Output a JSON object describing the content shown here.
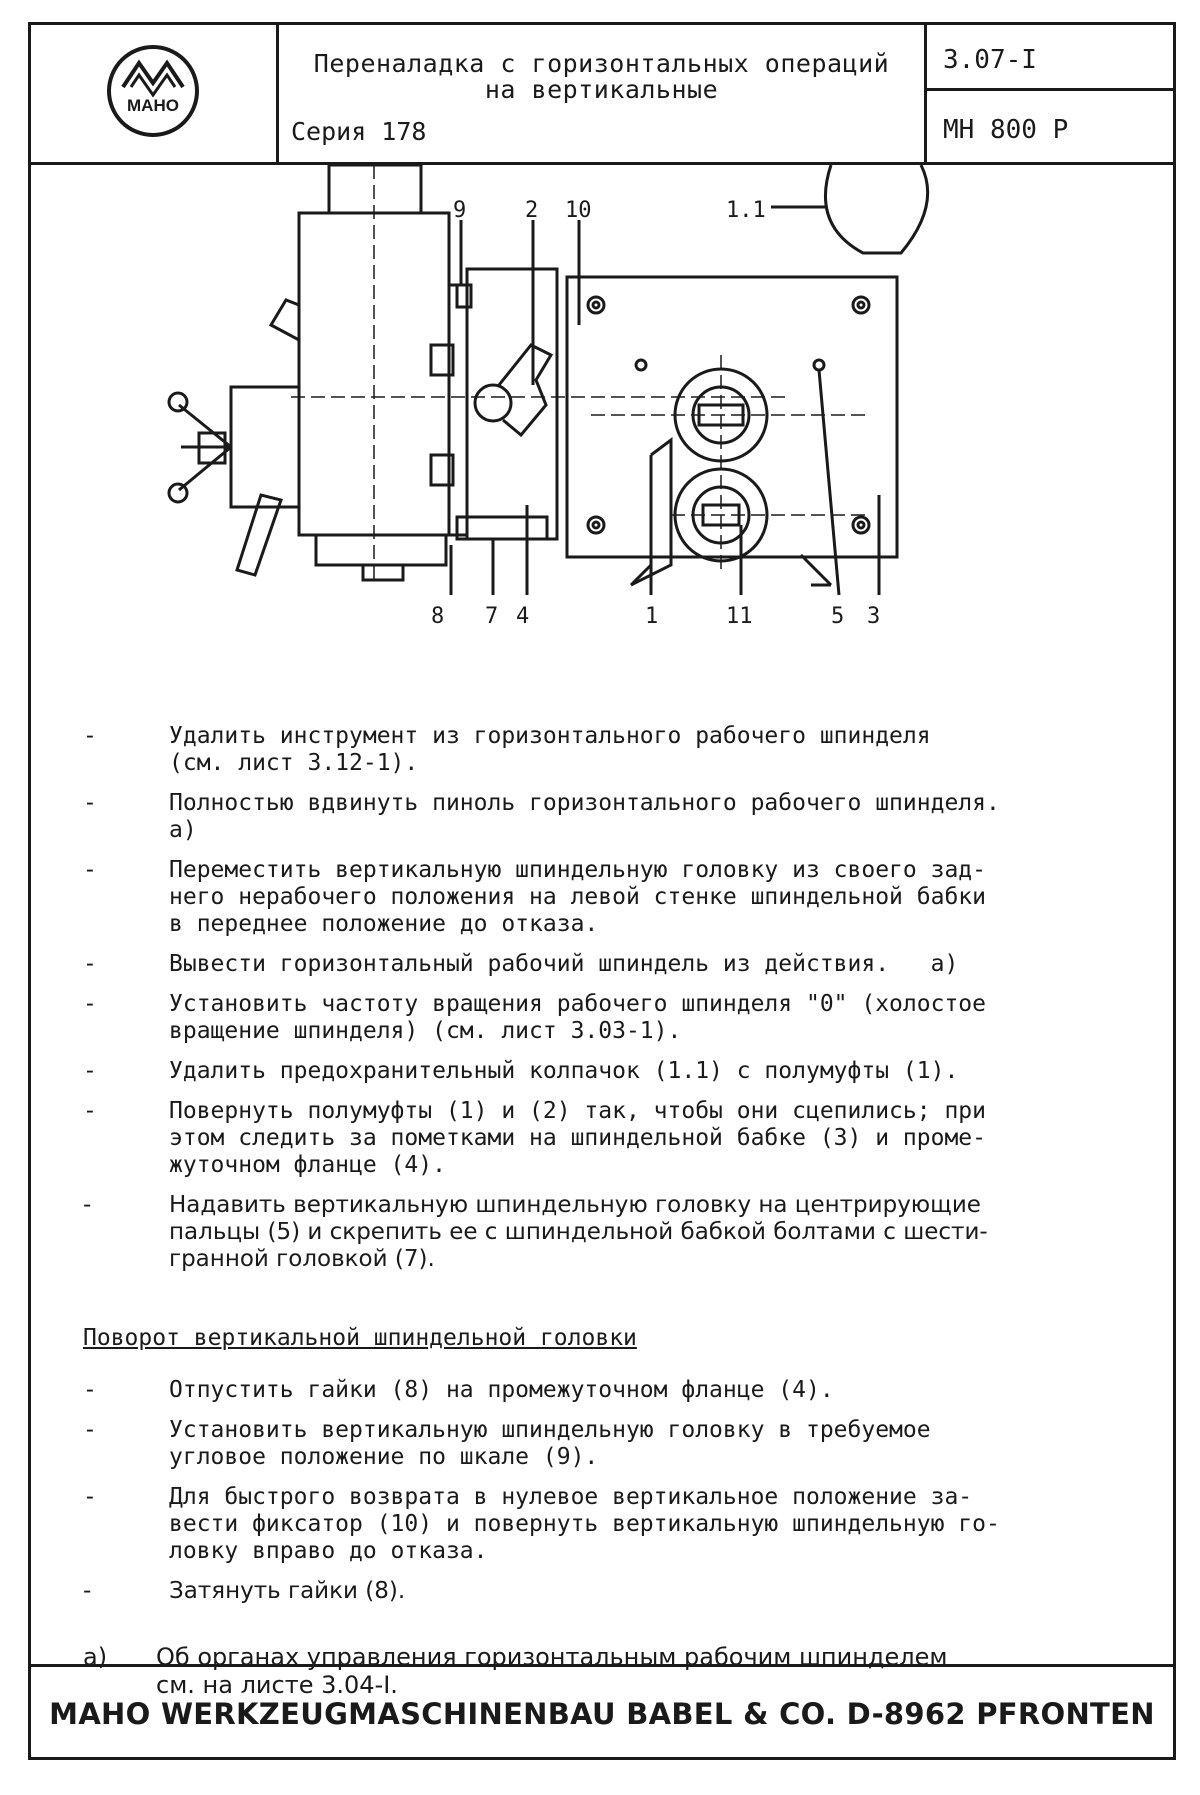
{
  "header": {
    "logo_text": "MAHO",
    "title_line1": "Переналадка с горизонтальных операций",
    "title_line2": "на вертикальные",
    "series": "Серия 178",
    "sheet_number": "3.07-I",
    "model": "MH 800 P"
  },
  "figure": {
    "callouts": [
      "9",
      "2",
      "10",
      "1.1",
      "8",
      "7",
      "4",
      "1",
      "11",
      "5",
      "3"
    ]
  },
  "instructions": [
    {
      "dash": "-",
      "text": "Удалить инструмент из горизонтального рабочего шпинделя\n(см. лист 3.12-1)."
    },
    {
      "dash": "-",
      "text": "Полностью вдвинуть пиноль горизонтального рабочего шпинделя.\nа)"
    },
    {
      "dash": "-",
      "text": "Переместить вертикальную шпиндельную головку из своего зад-\nнего нерабочего положения на левой стенке шпиндельной бабки\nв переднее положение до отказа."
    },
    {
      "dash": "-",
      "text": "Вывести горизонтальный рабочий шпиндель из действия.   а)"
    },
    {
      "dash": "-",
      "text": "Установить частоту вращения рабочего шпинделя \"0\" (холостое\nвращение шпинделя) (см. лист 3.03-1)."
    },
    {
      "dash": "-",
      "text": "Удалить предохранительный колпачок (1.1) с полумуфты (1)."
    },
    {
      "dash": "-",
      "text": "Повернуть полумуфты (1) и (2) так, чтобы они сцепились; при\nэтом следить за пометками на шпиндельной бабке (3) и проме-\nжуточном фланце (4)."
    },
    {
      "dash": "-",
      "text": "Надавить вертикальную шпиндельную головку на центрирующие\nпальцы (5) и скрепить ее с шпиндельной бабкой болтами с шести-\nгранной головкой (7)."
    }
  ],
  "section_title": "Поворот вертикальной шпиндельной головки",
  "rotation_steps": [
    {
      "dash": "-",
      "text": "Отпустить гайки (8) на промежуточном фланце (4)."
    },
    {
      "dash": "-",
      "text": "Установить вертикальную шпиндельную головку в требуемое\nугловое положение по шкале (9)."
    },
    {
      "dash": "-",
      "text": "Для быстрого возврата в нулевое вертикальное положение за-\nвести фиксатор (10) и повернуть вертикальную шпиндельную го-\nловку вправо до отказа."
    },
    {
      "dash": "-",
      "text": "Затянуть гайки (8)."
    }
  ],
  "note": {
    "label": "а)",
    "text": "Об органах управления горизонтальным рабочим шпинделем\nсм. на листе 3.04-I."
  },
  "footer": "MAHO WERKZEUGMASCHINENBAU BABEL & CO. D-8962 PFRONTEN"
}
